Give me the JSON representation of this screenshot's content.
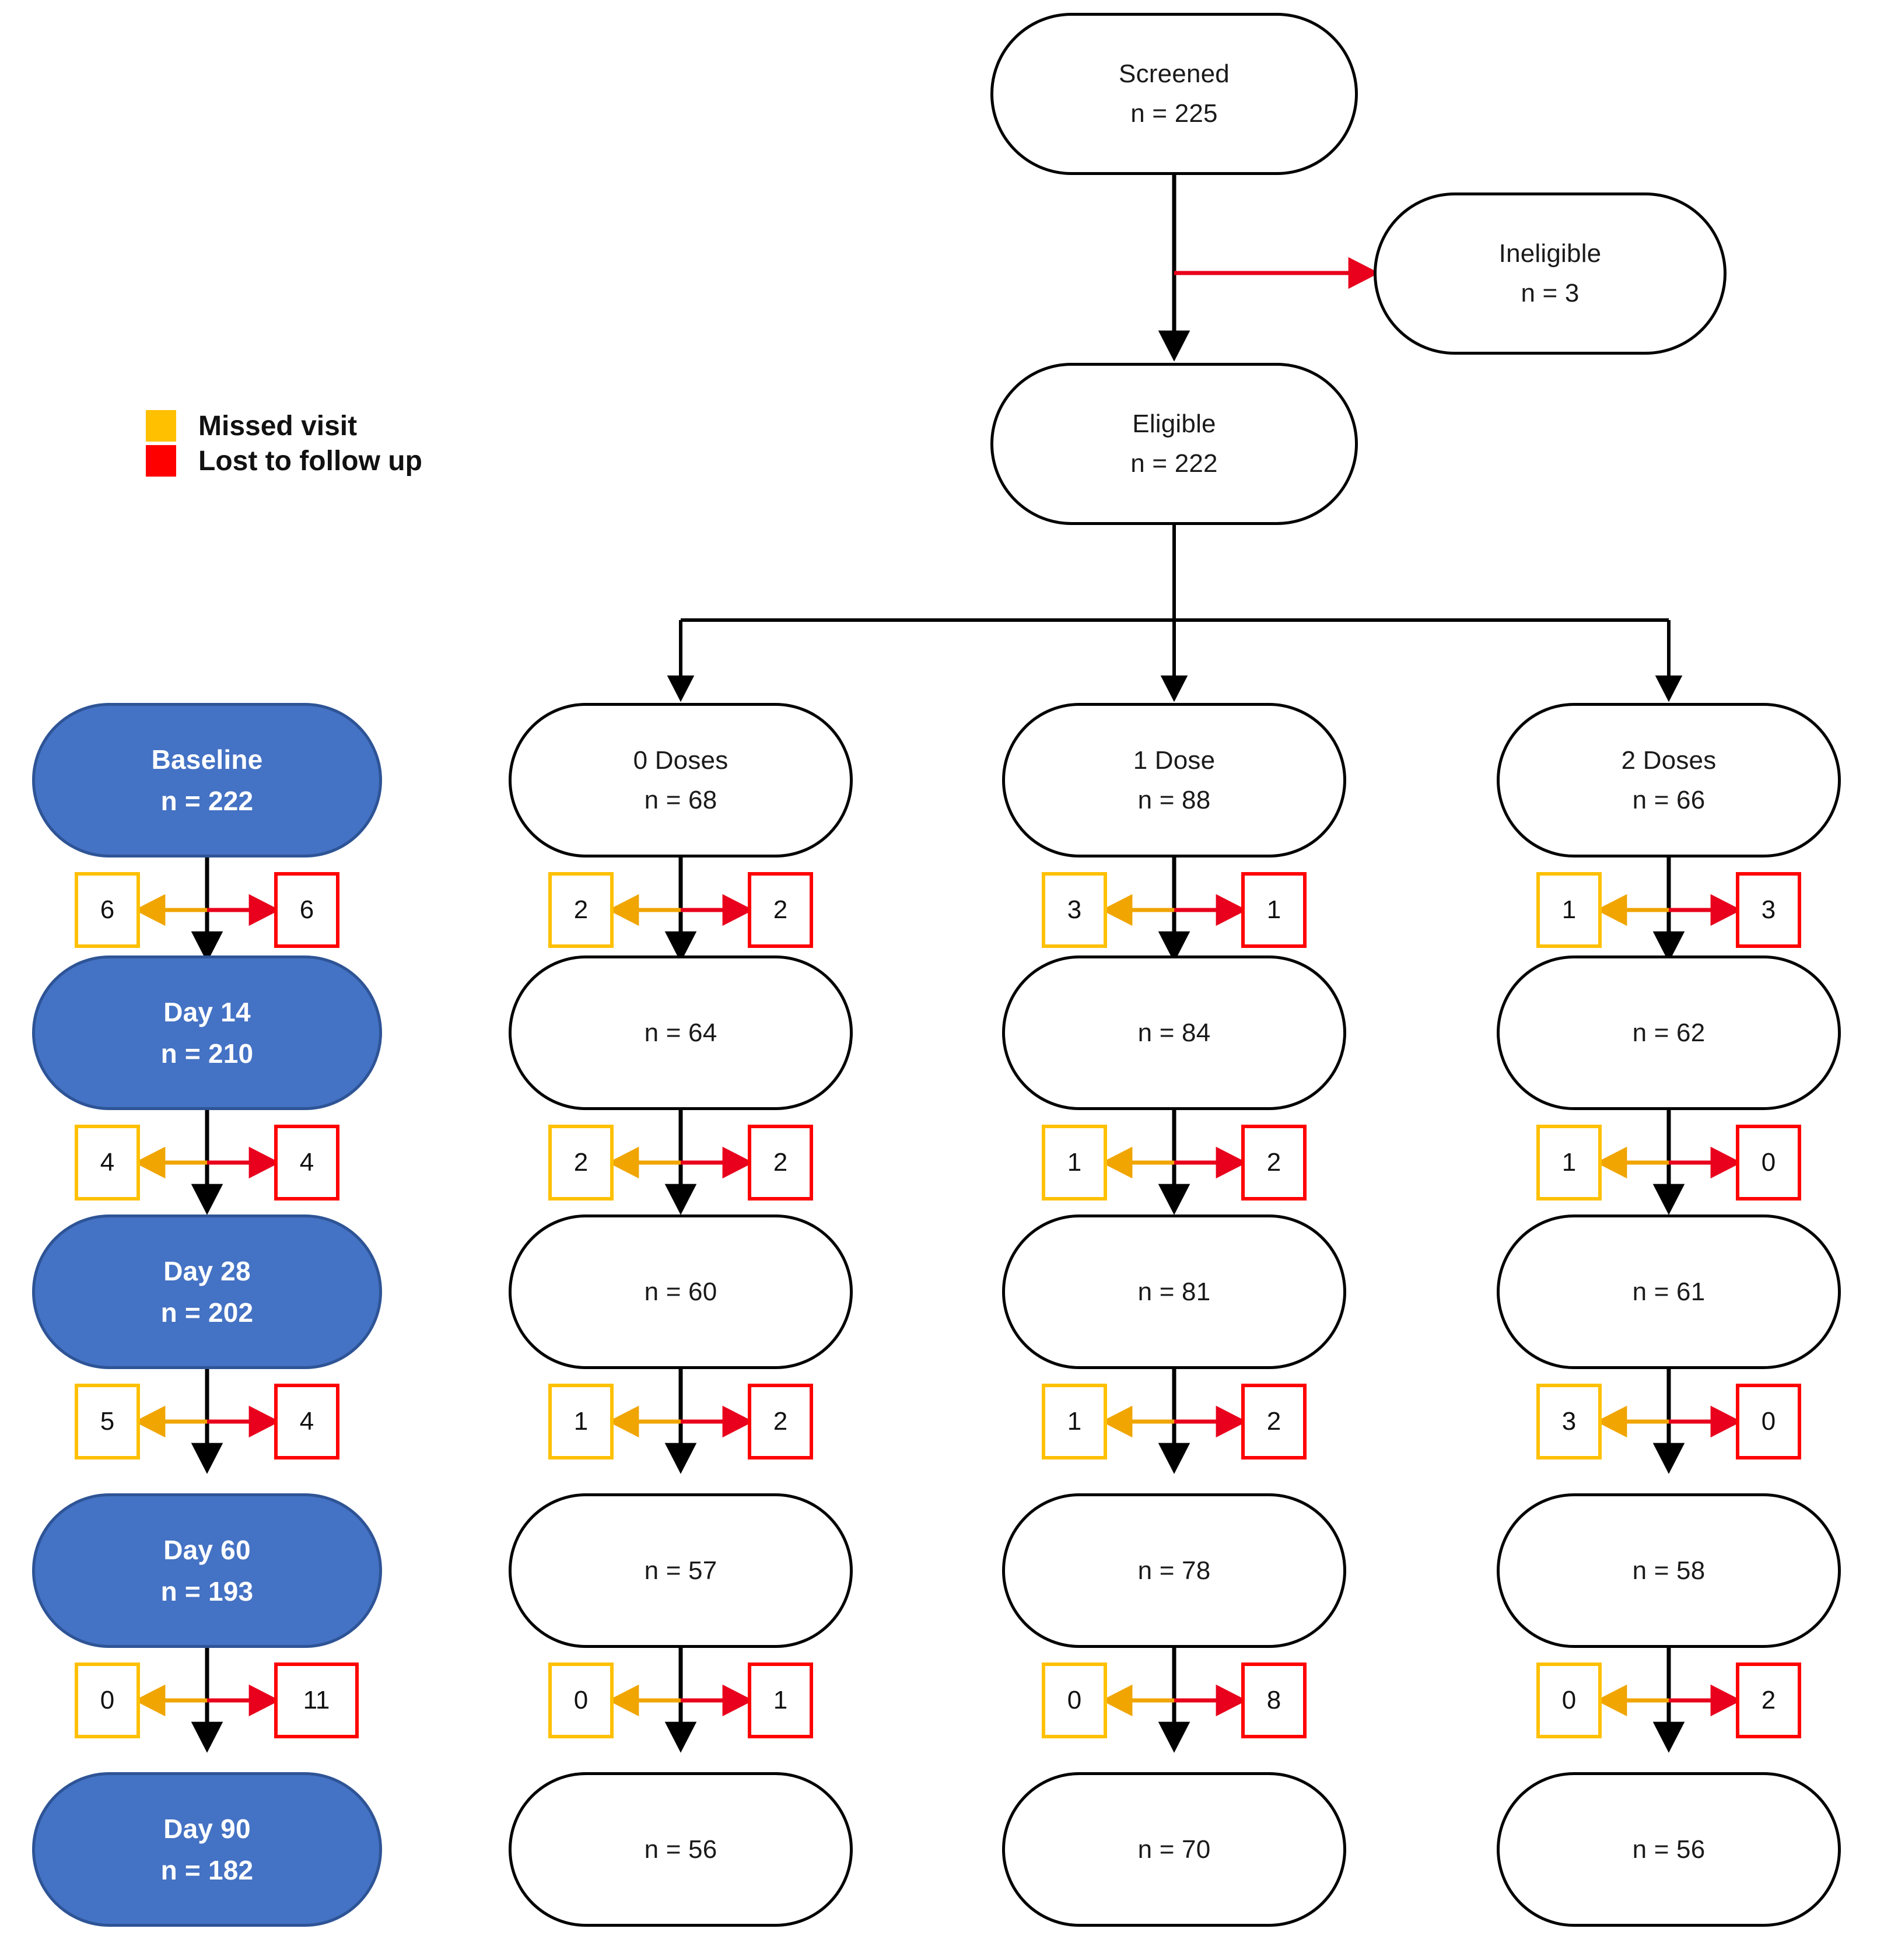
{
  "figure": {
    "type": "participant-flow-diagram",
    "legend": {
      "items": [
        {
          "label": "Missed visit",
          "color": "#FFC000",
          "icon": "missed-visit-swatch"
        },
        {
          "label": "Lost to follow up",
          "color": "#FF0000",
          "icon": "lost-to-followup-swatch"
        }
      ]
    },
    "colors": {
      "timepoint_fill": "#4472C4",
      "timepoint_border": "#2E5496",
      "timepoint_text": "#FFFFFF",
      "node_border": "#000000",
      "node_fill": "#FFFFFF",
      "missed_visit": "#FFC000",
      "lost_to_followup": "#FF0000",
      "connector": "#000000"
    },
    "enrollment": {
      "screened": {
        "title": "Screened",
        "count": "n = 225"
      },
      "ineligible": {
        "title": "Ineligible",
        "count": "n = 3"
      },
      "eligible": {
        "title": "Eligible",
        "count": "n = 222"
      }
    },
    "timepoints": [
      {
        "title": "Baseline",
        "count": "n = 222"
      },
      {
        "title": "Day 14",
        "count": "n = 210"
      },
      {
        "title": "Day 28",
        "count": "n = 202"
      },
      {
        "title": "Day 60",
        "count": "n = 193"
      },
      {
        "title": "Day 90",
        "count": "n = 182"
      }
    ],
    "timepoint_attrition": [
      {
        "missed": "6",
        "lost": "6"
      },
      {
        "missed": "4",
        "lost": "4"
      },
      {
        "missed": "5",
        "lost": "4"
      },
      {
        "missed": "0",
        "lost": "11"
      }
    ],
    "arms": [
      {
        "title": "0 Doses",
        "count": "n = 68",
        "counts": [
          "n = 64",
          "n = 60",
          "n = 57",
          "n = 56"
        ],
        "attrition": [
          {
            "missed": "2",
            "lost": "2"
          },
          {
            "missed": "2",
            "lost": "2"
          },
          {
            "missed": "1",
            "lost": "2"
          },
          {
            "missed": "0",
            "lost": "1"
          }
        ]
      },
      {
        "title": "1 Dose",
        "count": "n = 88",
        "counts": [
          "n = 84",
          "n = 81",
          "n = 78",
          "n = 70"
        ],
        "attrition": [
          {
            "missed": "3",
            "lost": "1"
          },
          {
            "missed": "1",
            "lost": "2"
          },
          {
            "missed": "1",
            "lost": "2"
          },
          {
            "missed": "0",
            "lost": "8"
          }
        ]
      },
      {
        "title": "2 Doses",
        "count": "n = 66",
        "counts": [
          "n = 62",
          "n = 61",
          "n = 58",
          "n = 56"
        ],
        "attrition": [
          {
            "missed": "1",
            "lost": "3"
          },
          {
            "missed": "1",
            "lost": "0"
          },
          {
            "missed": "3",
            "lost": "0"
          },
          {
            "missed": "0",
            "lost": "2"
          }
        ]
      }
    ]
  }
}
